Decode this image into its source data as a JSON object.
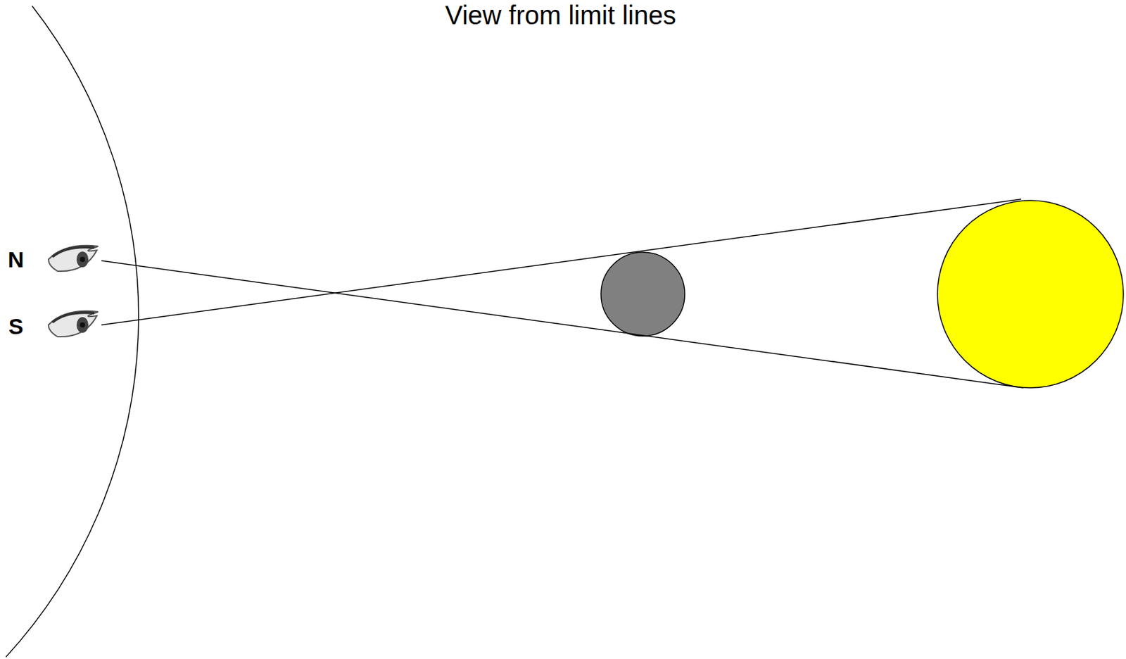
{
  "diagram": {
    "title": "View from limit lines",
    "labels": [
      "N",
      "S"
    ]
  }
}
